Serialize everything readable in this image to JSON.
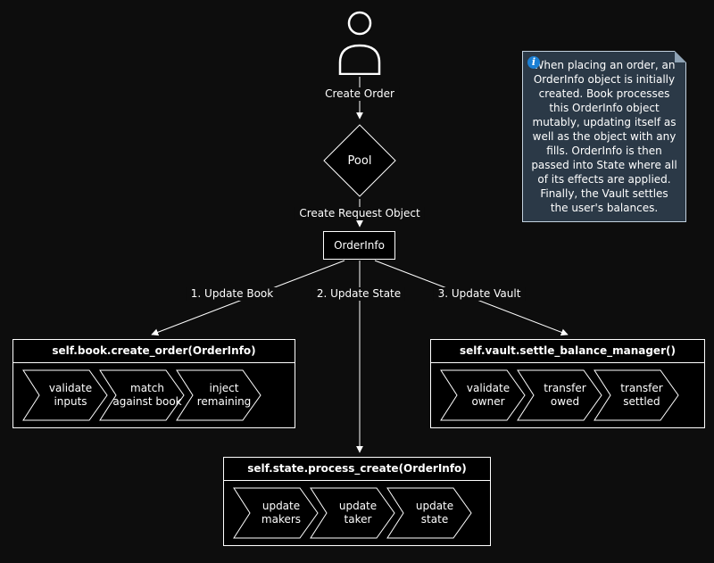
{
  "colors": {
    "bg": "#0d0d0d",
    "shape-fill": "#000000",
    "stroke": "#ffffff",
    "text": "#ffffff",
    "note-bg": "#2b3947",
    "note-border": "#c2d1de",
    "note-fold": "#8fa3b5",
    "info-blue": "#1a7fd4"
  },
  "edges": {
    "create_order": "Create Order",
    "create_request": "Create Request Object",
    "update_book": "1. Update Book",
    "update_state": "2. Update State",
    "update_vault": "3. Update Vault"
  },
  "nodes": {
    "pool": "Pool",
    "orderinfo": "OrderInfo"
  },
  "boxes": {
    "book": {
      "title": "self.book.create_order(OrderInfo)",
      "steps": [
        "validate\ninputs",
        "match\nagainst book",
        "inject\nremaining"
      ]
    },
    "state": {
      "title": "self.state.process_create(OrderInfo)",
      "steps": [
        "update\nmakers",
        "update\ntaker",
        "update\nstate"
      ]
    },
    "vault": {
      "title": "self.vault.settle_balance_manager()",
      "steps": [
        "validate\nowner",
        "transfer\nowed",
        "transfer\nsettled"
      ]
    }
  },
  "note": {
    "icon_glyph": "i",
    "text": "When placing an order, an OrderInfo object is initially created. Book processes this OrderInfo object mutably, updating itself as well as the object with any fills. OrderInfo is then passed into State where all of its effects are applied. Finally, the Vault settles the user's balances."
  }
}
